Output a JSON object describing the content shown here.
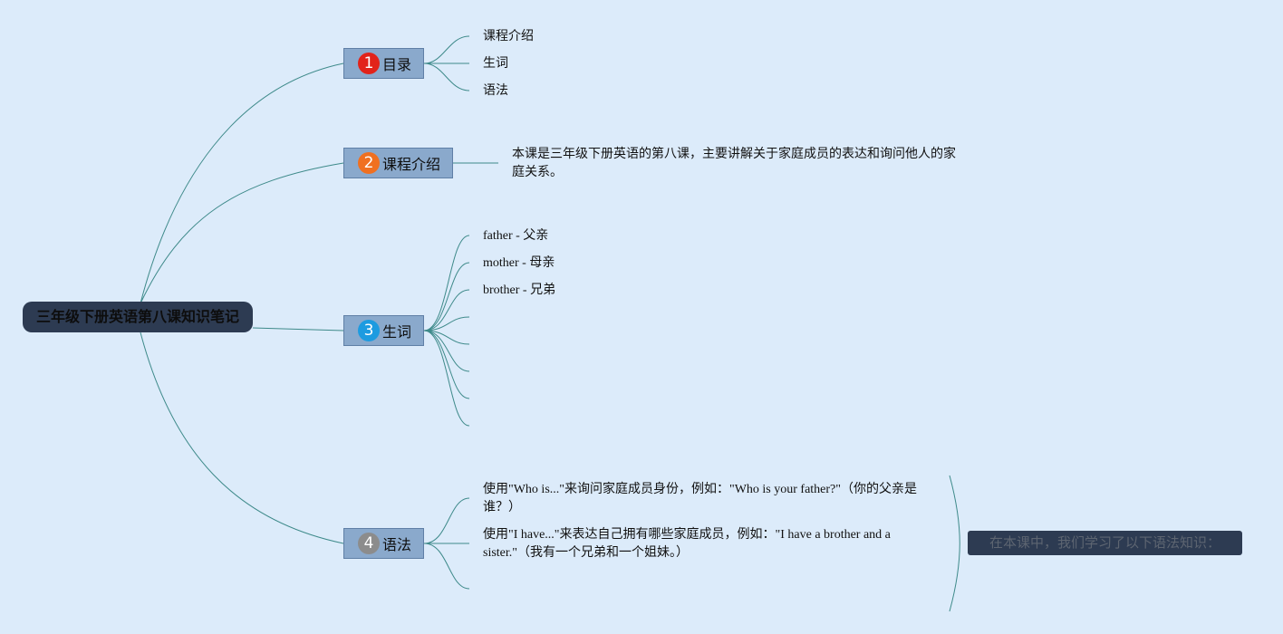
{
  "root": {
    "title": "三年级下册英语第八课知识笔记"
  },
  "topics": [
    {
      "number": "1",
      "label": "目录",
      "badge_color": "#e2231a",
      "children": [
        "课程介绍",
        "生词",
        "语法"
      ]
    },
    {
      "number": "2",
      "label": "课程介绍",
      "badge_color": "#f07020",
      "children": [
        "本课是三年级下册英语的第八课，主要讲解关于家庭成员的表达和询问他人的家庭关系。"
      ]
    },
    {
      "number": "3",
      "label": "生词",
      "badge_color": "#1d9be0",
      "children": [
        "father - 父亲",
        "mother - 母亲",
        "brother - 兄弟",
        "",
        "",
        "",
        "",
        ""
      ]
    },
    {
      "number": "4",
      "label": "语法",
      "badge_color": "#8c8c8c",
      "children": [
        "使用\"Who is...\"来询问家庭成员身份，例如：\"Who is your father?\"（你的父亲是谁？）",
        "使用\"I have...\"来表达自己拥有哪些家庭成员，例如：\"I have a brother and a sister.\"（我有一个兄弟和一个姐妹。）",
        ""
      ],
      "summary": "在本课中，我们学习了以下语法知识："
    }
  ],
  "colors": {
    "background": "#dcebfa",
    "root_fill": "#2d3b52",
    "topic_fill": "#8aa9cc",
    "connector": "#3e8a8a"
  }
}
